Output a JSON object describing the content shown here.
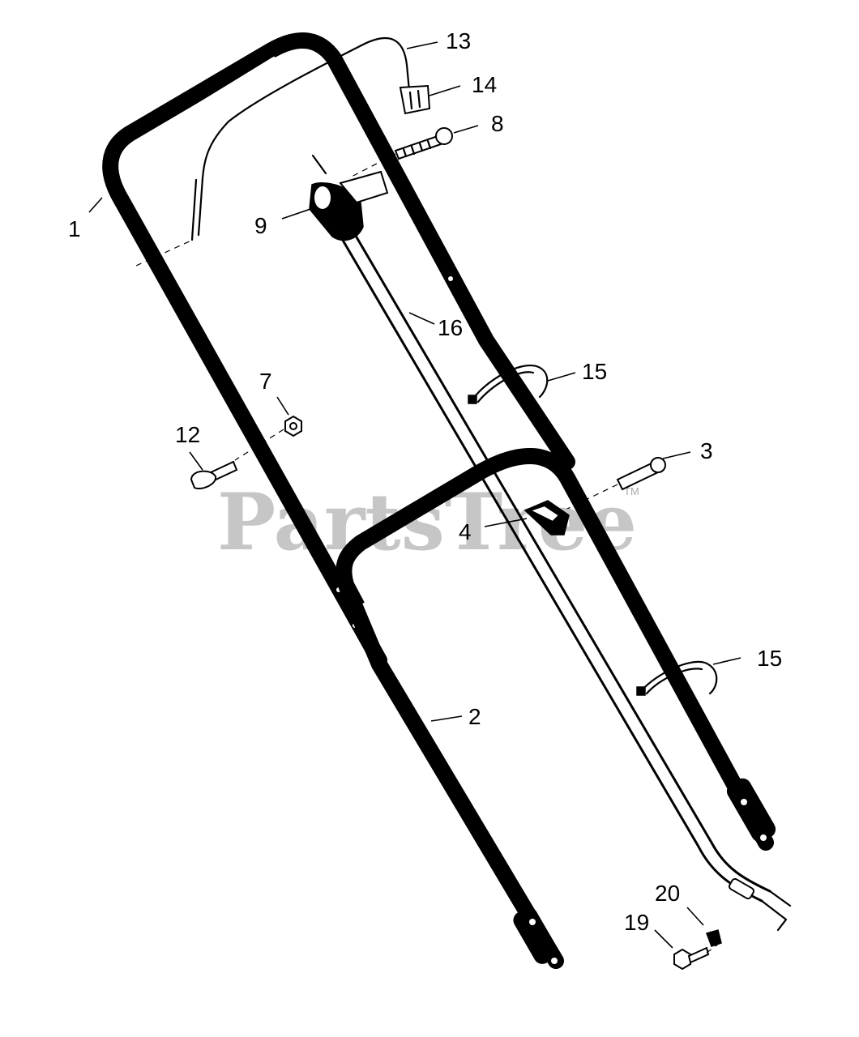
{
  "diagram": {
    "watermark": {
      "text": "PartsTree",
      "trademark": "TM"
    },
    "callouts": [
      {
        "id": "c13",
        "label": "13"
      },
      {
        "id": "c14",
        "label": "14"
      },
      {
        "id": "c8",
        "label": "8"
      },
      {
        "id": "c1",
        "label": "1"
      },
      {
        "id": "c9",
        "label": "9"
      },
      {
        "id": "c16",
        "label": "16"
      },
      {
        "id": "c15a",
        "label": "15"
      },
      {
        "id": "c7",
        "label": "7"
      },
      {
        "id": "c12",
        "label": "12"
      },
      {
        "id": "c3",
        "label": "3"
      },
      {
        "id": "c4",
        "label": "4"
      },
      {
        "id": "c15b",
        "label": "15"
      },
      {
        "id": "c2",
        "label": "2"
      },
      {
        "id": "c20",
        "label": "20"
      },
      {
        "id": "c19",
        "label": "19"
      }
    ]
  }
}
